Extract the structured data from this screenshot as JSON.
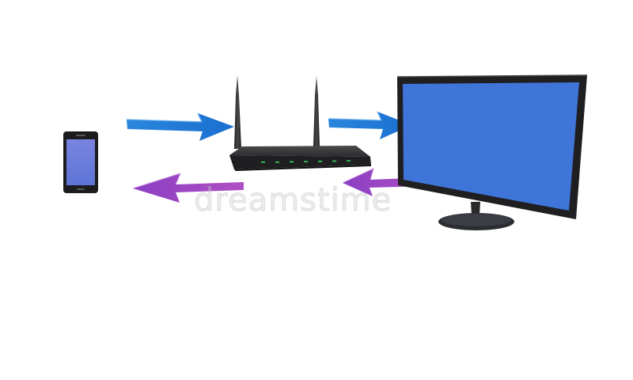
{
  "scene": {
    "background": "#ffffff",
    "devices": [
      "smartphone",
      "wifi-router",
      "flat-screen-monitor"
    ],
    "arrows": [
      {
        "name": "arrow-phone-to-router",
        "direction": "right",
        "color": "#1f7fd6"
      },
      {
        "name": "arrow-router-to-monitor",
        "direction": "right",
        "color": "#1f7fd6"
      },
      {
        "name": "arrow-router-to-phone",
        "direction": "left",
        "color": "#9a4fc9"
      },
      {
        "name": "arrow-monitor-to-router",
        "direction": "left",
        "color": "#9a4fc9"
      }
    ],
    "colors": {
      "screen_blue": "#3f74d8",
      "phone_screen": "#6d7fd9",
      "device_black": "#1c1c1e",
      "arrow_blue": "#1f7fd6",
      "arrow_purple": "#9a4fc9"
    }
  },
  "watermark": {
    "text": "dreamstime"
  }
}
